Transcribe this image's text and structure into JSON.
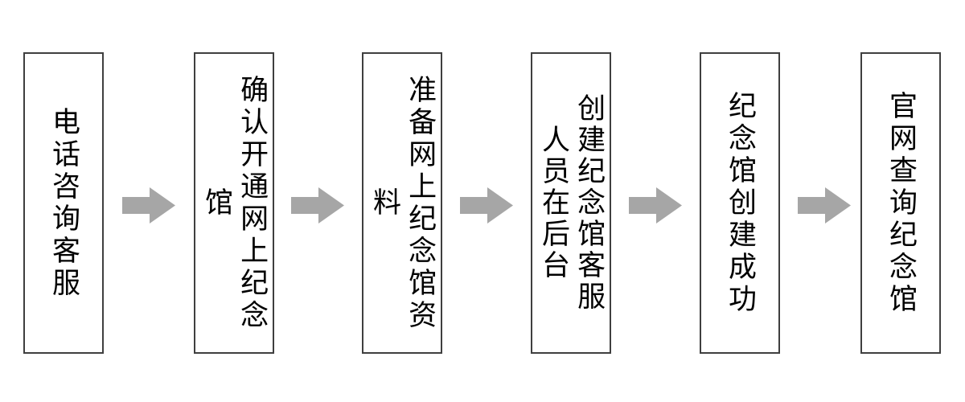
{
  "diagram": {
    "type": "process-flow",
    "orientation": "left-to-right",
    "background_color": "#ffffff",
    "node_border_color": "#3f3f3f",
    "node_fill_color": "#ffffff",
    "node_text_color": "#000000",
    "arrow_color": "#a6a6a6",
    "text_direction": "vertical-rl",
    "nodes": [
      {
        "id": "step-1",
        "label": "电话咨询客服",
        "columns": 1
      },
      {
        "id": "step-2",
        "label": "确认开通网上纪念馆",
        "columns": 1
      },
      {
        "id": "step-3",
        "label": "准备网上纪念馆资料",
        "columns": 1
      },
      {
        "id": "step-4",
        "label": "创建纪念馆客服人员在后台",
        "columns": 2,
        "column_1": "创建纪念馆",
        "column_2": "客服人员在后台"
      },
      {
        "id": "step-5",
        "label": "纪念馆创建成功",
        "columns": 1
      },
      {
        "id": "step-6",
        "label": "官网查询纪念馆",
        "columns": 1
      }
    ],
    "connectors": [
      {
        "id": "arrow-1",
        "from": "step-1",
        "to": "step-2",
        "glyph": "right-arrow"
      },
      {
        "id": "arrow-2",
        "from": "step-2",
        "to": "step-3",
        "glyph": "right-arrow"
      },
      {
        "id": "arrow-3",
        "from": "step-3",
        "to": "step-4",
        "glyph": "right-arrow"
      },
      {
        "id": "arrow-4",
        "from": "step-4",
        "to": "step-5",
        "glyph": "right-arrow"
      },
      {
        "id": "arrow-5",
        "from": "step-5",
        "to": "step-6",
        "glyph": "right-arrow"
      }
    ]
  }
}
